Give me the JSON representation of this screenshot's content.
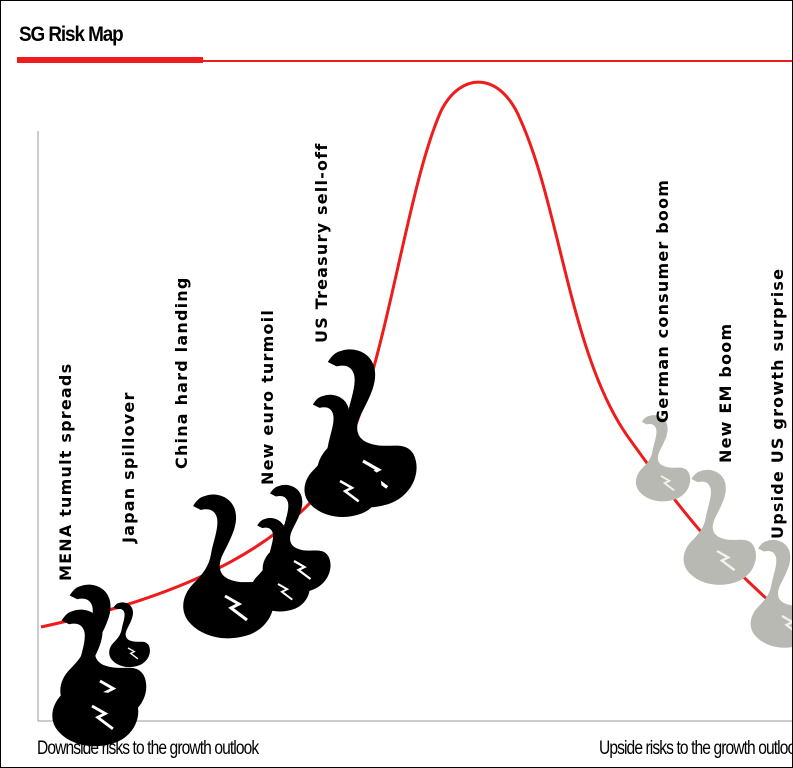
{
  "title": "SG Risk Map",
  "colors": {
    "curve": "#ee1c1c",
    "downside_swan": "#000000",
    "upside_swan": "#b9b9b4",
    "rule": "#ee1c1c"
  },
  "footer": {
    "downside": "Downside risks to the growth outlook",
    "upside": "Upside risks to the growth outlook"
  },
  "risks": [
    {
      "label": "MENA tumult spreads",
      "side": "downside"
    },
    {
      "label": "Japan spillover",
      "side": "downside"
    },
    {
      "label": "China hard landing",
      "side": "downside"
    },
    {
      "label": "New euro turmoil",
      "side": "downside"
    },
    {
      "label": "US Treasury sell-off",
      "side": "downside"
    },
    {
      "label": "German consumer boom",
      "side": "upside"
    },
    {
      "label": "New EM boom",
      "side": "upside"
    },
    {
      "label": "Upside US growth surprise",
      "side": "upside"
    }
  ]
}
